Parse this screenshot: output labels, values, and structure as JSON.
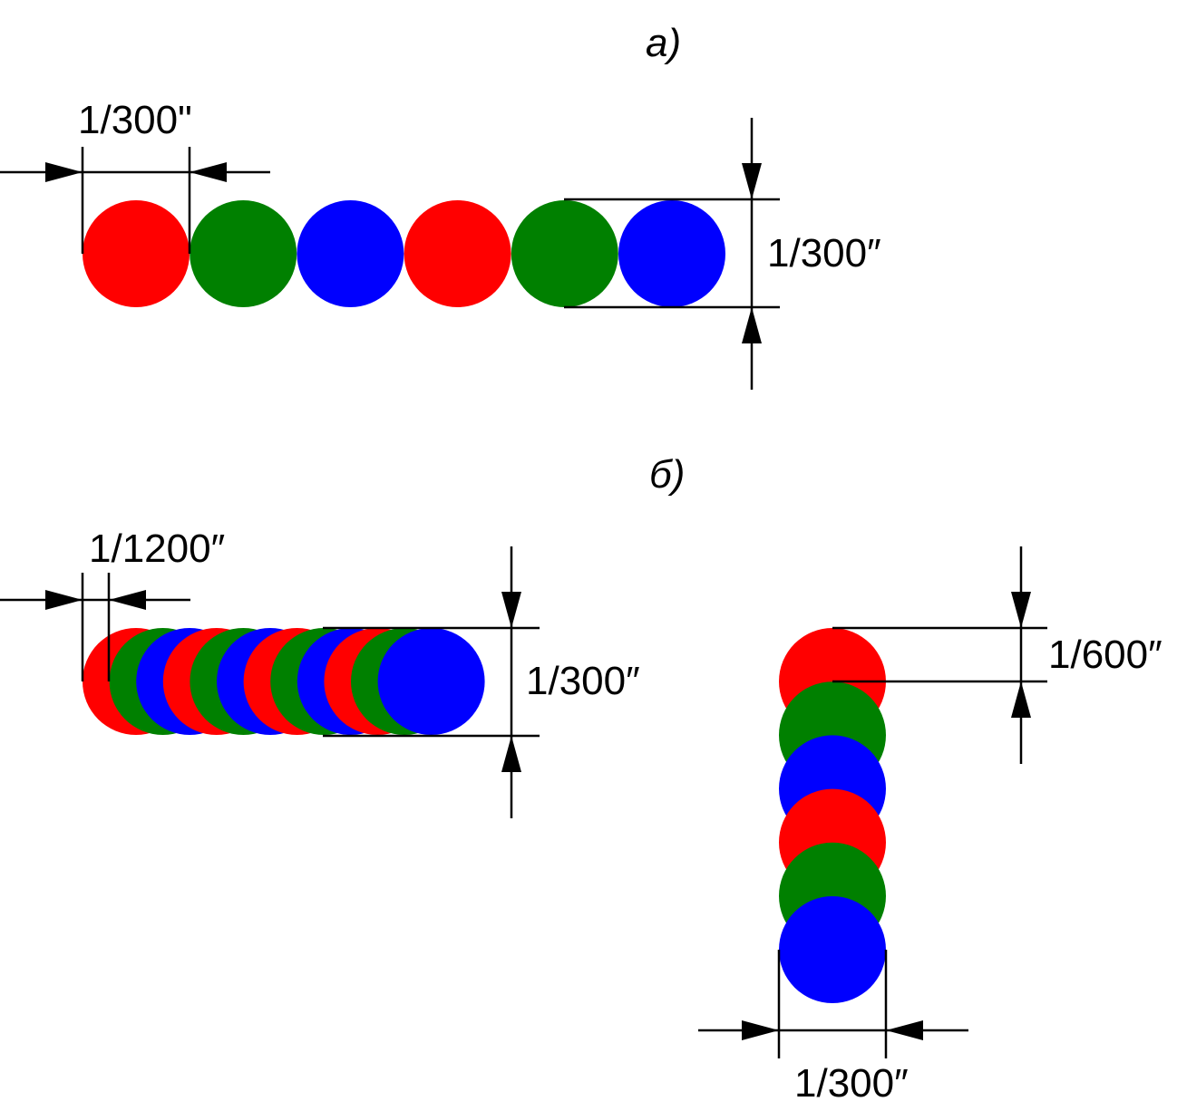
{
  "colors": {
    "red": "#ff0000",
    "green": "#008000",
    "blue": "#0000ff"
  },
  "panel_a": {
    "label": "а)",
    "pitch_label": "1/300\"",
    "height_label": "1/300″",
    "dot_colors": [
      "red",
      "green",
      "blue",
      "red",
      "green",
      "blue"
    ]
  },
  "panel_b": {
    "label": "б)",
    "horizontal": {
      "pitch_label": "1/1200″",
      "height_label": "1/300″",
      "dot_colors": [
        "red",
        "green",
        "blue",
        "red",
        "green",
        "blue",
        "red",
        "green",
        "blue",
        "red",
        "green",
        "blue"
      ]
    },
    "vertical": {
      "pitch_label": "1/600″",
      "width_label": "1/300″",
      "dot_colors": [
        "red",
        "green",
        "blue",
        "red",
        "green",
        "blue"
      ]
    }
  }
}
